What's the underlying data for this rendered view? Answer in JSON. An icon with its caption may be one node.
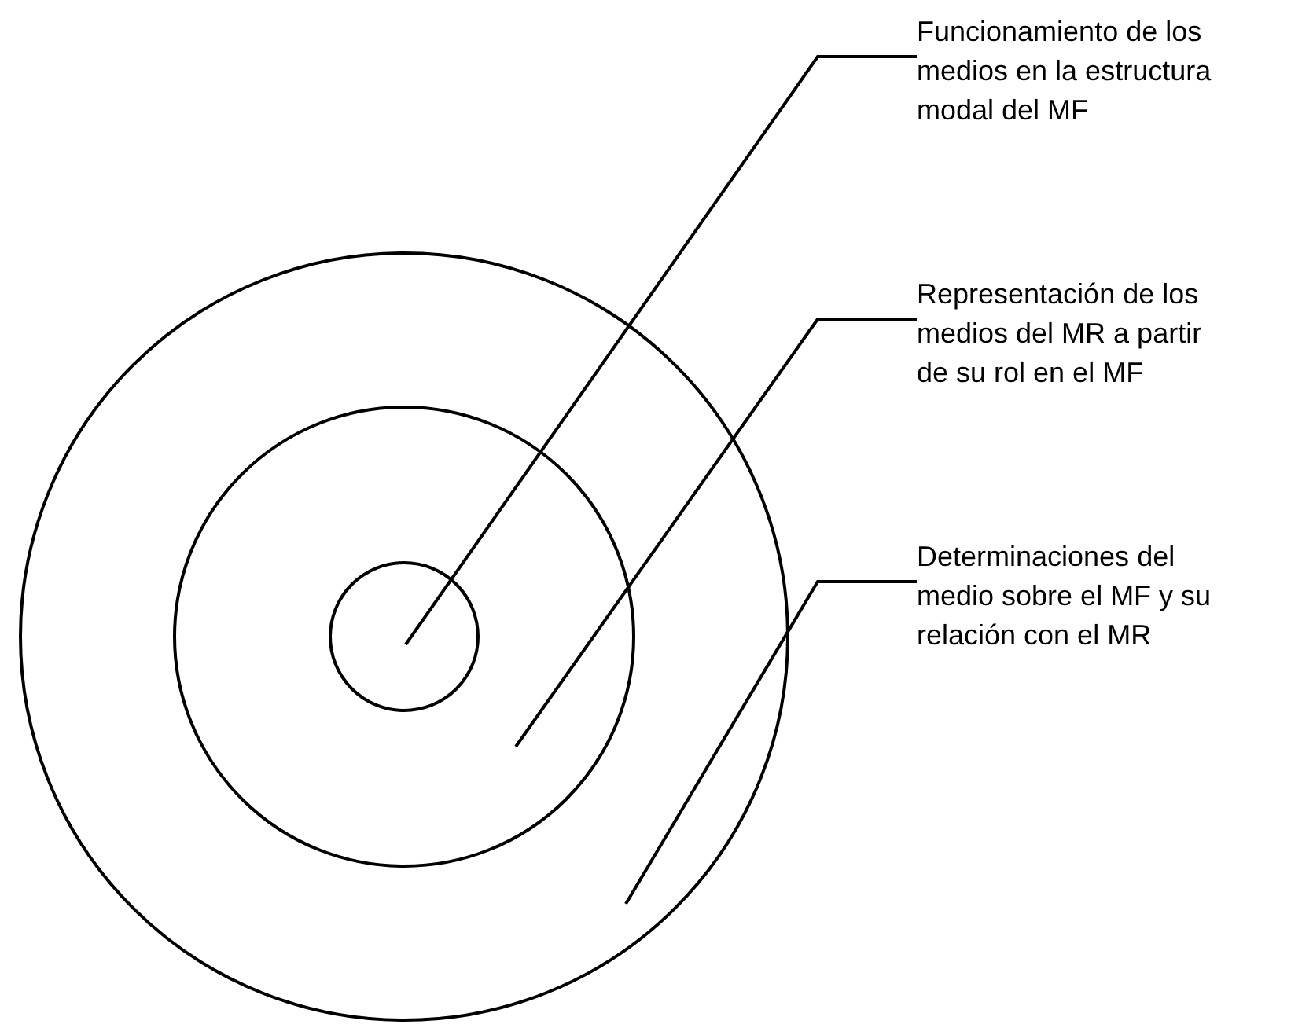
{
  "diagram": {
    "nodes": [
      {
        "text": [],
        "shape": "circle"
      },
      {
        "text": [],
        "shape": "circle",
        "in": 0
      },
      {
        "text": [],
        "shape": "circle",
        "in": 1
      },
      {
        "text": [
          "Funcionamiento de los medios en la estructura modal del MF"
        ]
      },
      {
        "text": [
          "Representación de los medios del MR a partir de su rol en el MF"
        ]
      },
      {
        "text": [
          "Determinaciones del medio sobre el MF y su relación con el MR"
        ]
      }
    ],
    "edges": [
      {
        "from": 3,
        "to": 2,
        "arrow": "none"
      },
      {
        "from": 4,
        "to": 1,
        "arrow": "none"
      },
      {
        "from": 5,
        "to": 0,
        "arrow": "none"
      }
    ]
  }
}
